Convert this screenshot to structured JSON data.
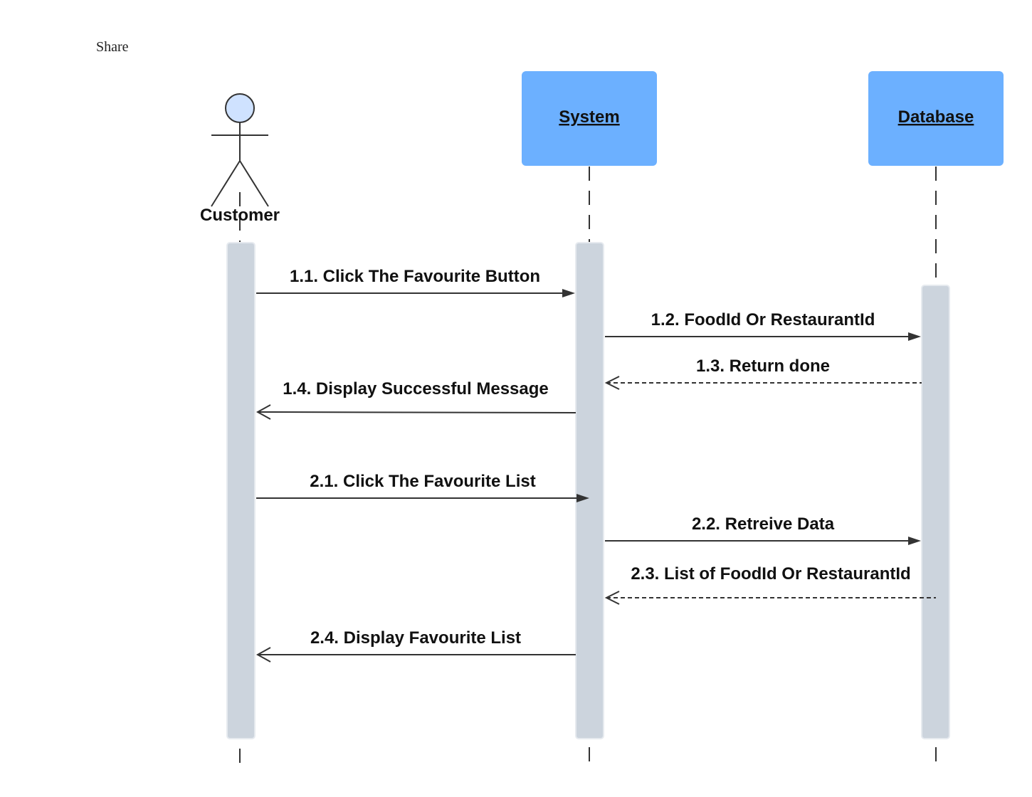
{
  "share_label": "Share",
  "actor": {
    "name": "Customer",
    "head_color": "#cfe2ff"
  },
  "lifelines": [
    {
      "name": "System",
      "color": "#6cb0ff"
    },
    {
      "name": "Database",
      "color": "#6cb0ff"
    }
  ],
  "messages": [
    {
      "label": "1.1. Click The Favourite Button",
      "from": "Customer",
      "to": "System",
      "style": "sync"
    },
    {
      "label": "1.2. FoodId Or RestaurantId",
      "from": "System",
      "to": "Database",
      "style": "sync"
    },
    {
      "label": "1.3. Return done",
      "from": "Database",
      "to": "System",
      "style": "return"
    },
    {
      "label": "1.4. Display Successful Message",
      "from": "System",
      "to": "Customer",
      "style": "reply"
    },
    {
      "label": "2.1. Click The Favourite List",
      "from": "Customer",
      "to": "System",
      "style": "sync"
    },
    {
      "label": "2.2. Retreive Data",
      "from": "System",
      "to": "Database",
      "style": "sync"
    },
    {
      "label": "2.3. List of FoodId Or RestaurantId",
      "from": "Database",
      "to": "System",
      "style": "return"
    },
    {
      "label": "2.4. Display Favourite List",
      "from": "System",
      "to": "Customer",
      "style": "reply"
    }
  ]
}
